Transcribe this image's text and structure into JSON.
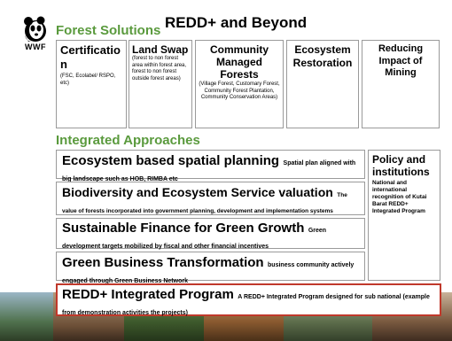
{
  "title": "REDD+ and Beyond",
  "logo_text": "WWF",
  "forest_solutions": {
    "heading": "Forest Solutions",
    "boxes": [
      {
        "title": "Certificatio n",
        "sub": "(FSC, Ecolabel/ RSPO, etc)"
      },
      {
        "title": "Land Swap",
        "sub": "(forest to non forest area within forest area, forest to non forest outside forest areas)"
      },
      {
        "title": "Community Managed Forests",
        "sub": "(Village Forest, Customary Forest, Community Forest Plantation, Community Conservation Areas)"
      },
      {
        "title": "Ecosystem Restoration",
        "sub": ""
      },
      {
        "title": "Reducing Impact of Mining",
        "sub": ""
      }
    ]
  },
  "integrated_approaches": {
    "heading": "Integrated Approaches",
    "items": [
      {
        "title": "Ecosystem based spatial planning",
        "desc": "Spatial plan aligned with big landscape such as HOB, RIMBA etc"
      },
      {
        "title": "Biodiversity and Ecosystem Service valuation",
        "desc": "The value of forests incorporated into government planning, development and implementation systems"
      },
      {
        "title": "Sustainable Finance for Green Growth",
        "desc": "Green development targets mobilized by fiscal and other financial incentives"
      },
      {
        "title": "Green Business Transformation",
        "desc": "business community actively engaged through Green Business Network"
      }
    ],
    "policy": {
      "title": "Policy and institutions",
      "desc": "National and international recognition of Kutai Barat REDD+ Integrated Program"
    }
  },
  "redd_program": {
    "title": "REDD+ Integrated Program",
    "desc": "A REDD+ Integrated Program designed for sub national (example from demonstration activities the projects)"
  }
}
